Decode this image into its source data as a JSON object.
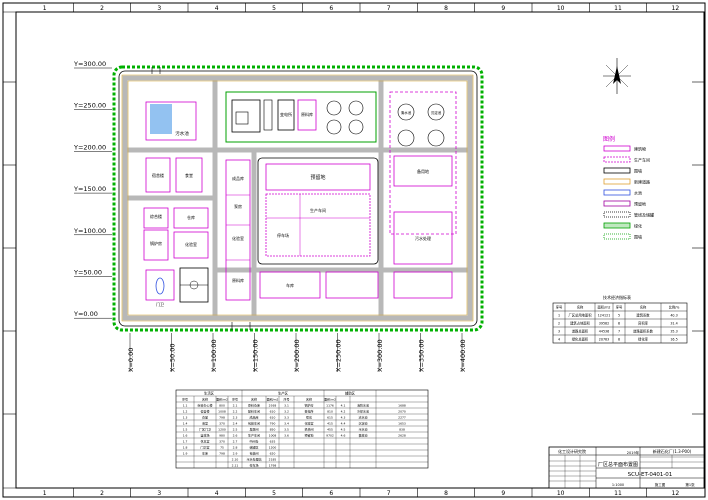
{
  "frame": {
    "top_cols": [
      "1",
      "2",
      "3",
      "4",
      "5",
      "6",
      "7",
      "8",
      "9",
      "10",
      "11",
      "12"
    ],
    "bottom_cols": [
      "1",
      "2",
      "3",
      "4",
      "5",
      "6",
      "7",
      "8",
      "9",
      "10",
      "11",
      "12"
    ]
  },
  "y_labels": [
    "Y=300.00",
    "Y=250.00",
    "Y=200.00",
    "Y=150.00",
    "Y=100.00",
    "Y=50.00",
    "Y=0.00"
  ],
  "x_labels": [
    "X=0.00",
    "X=50.00",
    "X=100.00",
    "X=150.00",
    "X=200.00",
    "X=250.00",
    "X=300.00",
    "X=350.00",
    "X=400.00"
  ],
  "buildings": {
    "tank_area": "污水池",
    "office": "综合楼",
    "dorm": "宿舍楼",
    "canteen": "食堂",
    "guard": "门卫",
    "boiler": "锅炉房",
    "warehouse": "仓库",
    "workshop_a": "生产车间",
    "workshop_b": "预留地",
    "power": "变电所",
    "pump": "泵房",
    "storage": "原料库",
    "fin": "成品库",
    "lab": "化验室",
    "garage": "车库",
    "park": "停车场",
    "water1": "清水池",
    "water2": "沉淀池",
    "east_big": "备用地",
    "east_low": "污水处理"
  },
  "legend": {
    "title": "图例",
    "items": [
      "建筑物",
      "生产车间",
      "围墙",
      "新建道路",
      "水池",
      "预留地",
      "管线及储罐",
      "绿化",
      "围墙"
    ]
  },
  "index_table": {
    "title": "技术经济指标表",
    "headers": [
      "序号",
      "名称",
      "面积/m2",
      "序号",
      "名称",
      "比例/%"
    ],
    "rows": [
      [
        "1",
        "厂区总用地面积",
        "124121",
        "5",
        "建筑系数",
        "40.3"
      ],
      [
        "2",
        "建筑占地面积",
        "39582",
        "6",
        "容积率",
        "31.4"
      ],
      [
        "3",
        "道路总面积",
        "44536",
        "7",
        "道路面积系数",
        "35.3"
      ],
      [
        "4",
        "绿化总面积",
        "20783",
        "8",
        "绿化率",
        "16.5"
      ]
    ]
  },
  "bom": {
    "sections": [
      "生活区",
      "生产区",
      "辅助区"
    ],
    "col_headers": [
      "序号",
      "名称",
      "面积/m2",
      "序号",
      "名称",
      "面积/m2",
      "序号",
      "名称",
      "面积/m2"
    ],
    "rows": [
      [
        "1.1",
        "综合办公楼",
        "800",
        "2.1",
        "原料仓库",
        "2938",
        "3.1",
        "锅炉房",
        "1176",
        "4.1",
        "消防水池",
        "1688"
      ],
      [
        "1.2",
        "宿舍楼",
        "1008",
        "2.2",
        "配料车间",
        "610",
        "3.2",
        "变电所",
        "810",
        "4.2",
        "冷却水池",
        "2070"
      ],
      [
        "1.3",
        "食堂",
        "798",
        "2.3",
        "成品库",
        "610",
        "3.3",
        "泵房",
        "615",
        "4.3",
        "清水池",
        "2277"
      ],
      [
        "1.4",
        "浴室",
        "370",
        "2.4",
        "包装车间",
        "790",
        "3.4",
        "化验室",
        "415",
        "4.4",
        "沉淀池",
        "1653"
      ],
      [
        "1.5",
        "厂区门卫",
        "1200",
        "2.5",
        "发酵间",
        "850",
        "3.5",
        "机修间",
        "455",
        "4.5",
        "污水池",
        "838"
      ],
      [
        "1.6",
        "篮球场",
        "980",
        "2.6",
        "生产车间",
        "1008",
        "3.6",
        "预留地",
        "9702",
        "4.6",
        "事故池",
        "2628"
      ],
      [
        "1.7",
        "休息室",
        "370",
        "2.7",
        "中间仓",
        "635",
        "",
        "",
        "",
        "",
        "",
        ""
      ],
      [
        "1.8",
        "门卫室",
        "75",
        "2.8",
        "储罐区",
        "1200",
        "",
        "",
        "",
        "",
        "",
        ""
      ],
      [
        "1.9",
        "车库",
        "798",
        "2.9",
        "包装间",
        "620",
        "",
        "",
        "",
        "",
        "",
        ""
      ],
      [
        "",
        "",
        "",
        "2.10",
        "污水处理站",
        "2185",
        "",
        "",
        "",
        "",
        "",
        ""
      ],
      [
        "",
        "",
        "",
        "2.11",
        "停车场",
        "1798",
        "",
        "",
        "",
        "",
        "",
        ""
      ]
    ]
  },
  "title_block": {
    "company": "化工设计研究院",
    "project": "新建石化厂(1.3-P00)",
    "drawing": "厂区总平面布置图",
    "code": "SCU-ET-0401-01",
    "scale": "1:1000",
    "year": "2019年",
    "stage": "施工图",
    "sheet": "第1张"
  },
  "colors": {
    "building": "#d000d0",
    "road": "#c8c8c8",
    "green": "#00c000",
    "wall": "#000000",
    "label": "#3030ff"
  }
}
